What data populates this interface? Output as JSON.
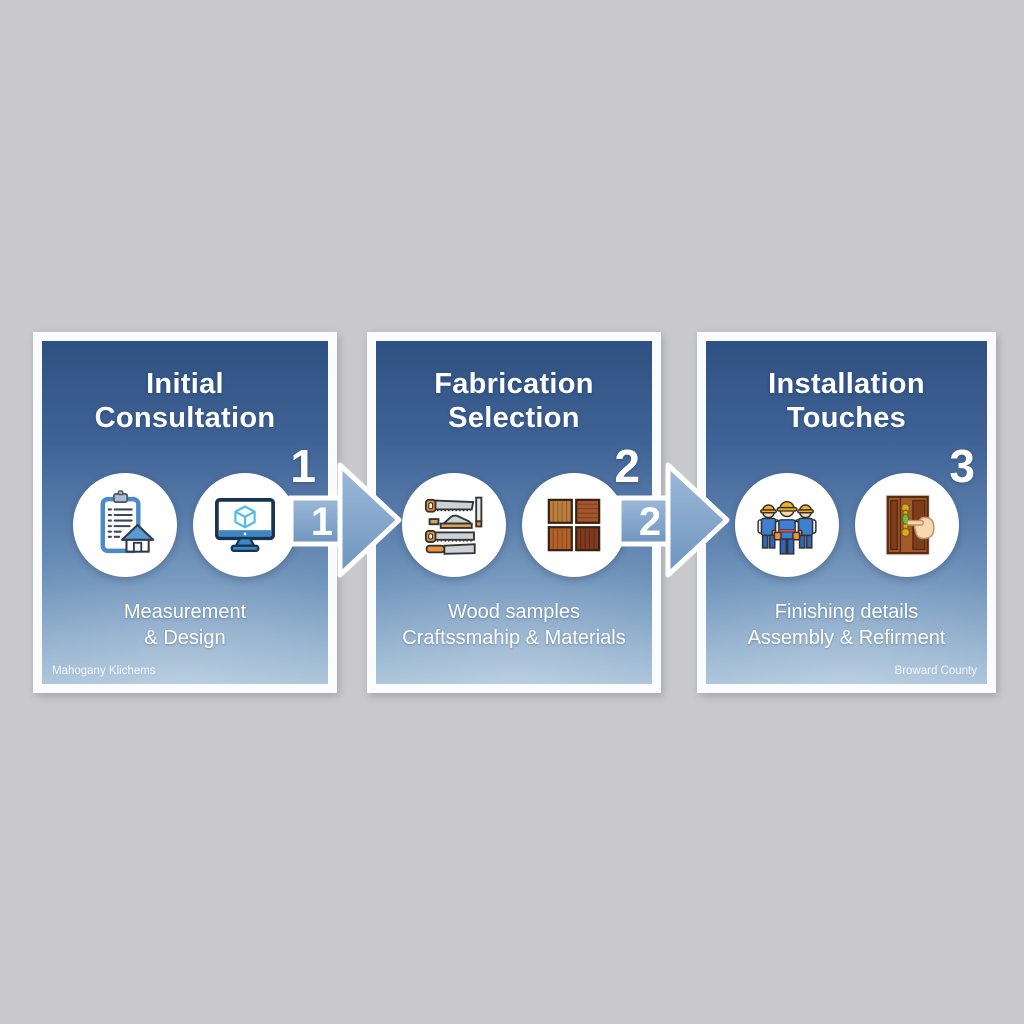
{
  "infographic": {
    "background_color": "#c9c9cb",
    "panel_gradient_top": "#2f5181",
    "panel_gradient_bottom": "#a8c2d9",
    "arrow_fill": "#7ea4cb",
    "text_color": "#ffffff"
  },
  "panels": [
    {
      "title_line1": "Initial",
      "title_line2": "Consultation",
      "step_number": "1",
      "icons": [
        "clipboard-checklist-icon",
        "design-monitor-icon"
      ],
      "subtitle_line1": "Measurement",
      "subtitle_line2": "& Design",
      "footnote": "Mahogany Klichems"
    },
    {
      "title_line1": "Fabrication",
      "title_line2": "Selection",
      "step_number": "2",
      "icons": [
        "woodworking-tools-icon",
        "wood-samples-icon"
      ],
      "subtitle_line1": "Wood samples",
      "subtitle_line2": "Craftssmahip & Materials"
    },
    {
      "title_line1": "Installation",
      "title_line2": "Touches",
      "step_number": "3",
      "icons": [
        "installation-crew-icon",
        "door-handle-icon"
      ],
      "subtitle_line1": "Finishing details",
      "subtitle_line2": "Assembly & Refirment",
      "footnote": "Broward County"
    }
  ],
  "arrows": [
    {
      "label": "1"
    },
    {
      "label": "2"
    }
  ]
}
